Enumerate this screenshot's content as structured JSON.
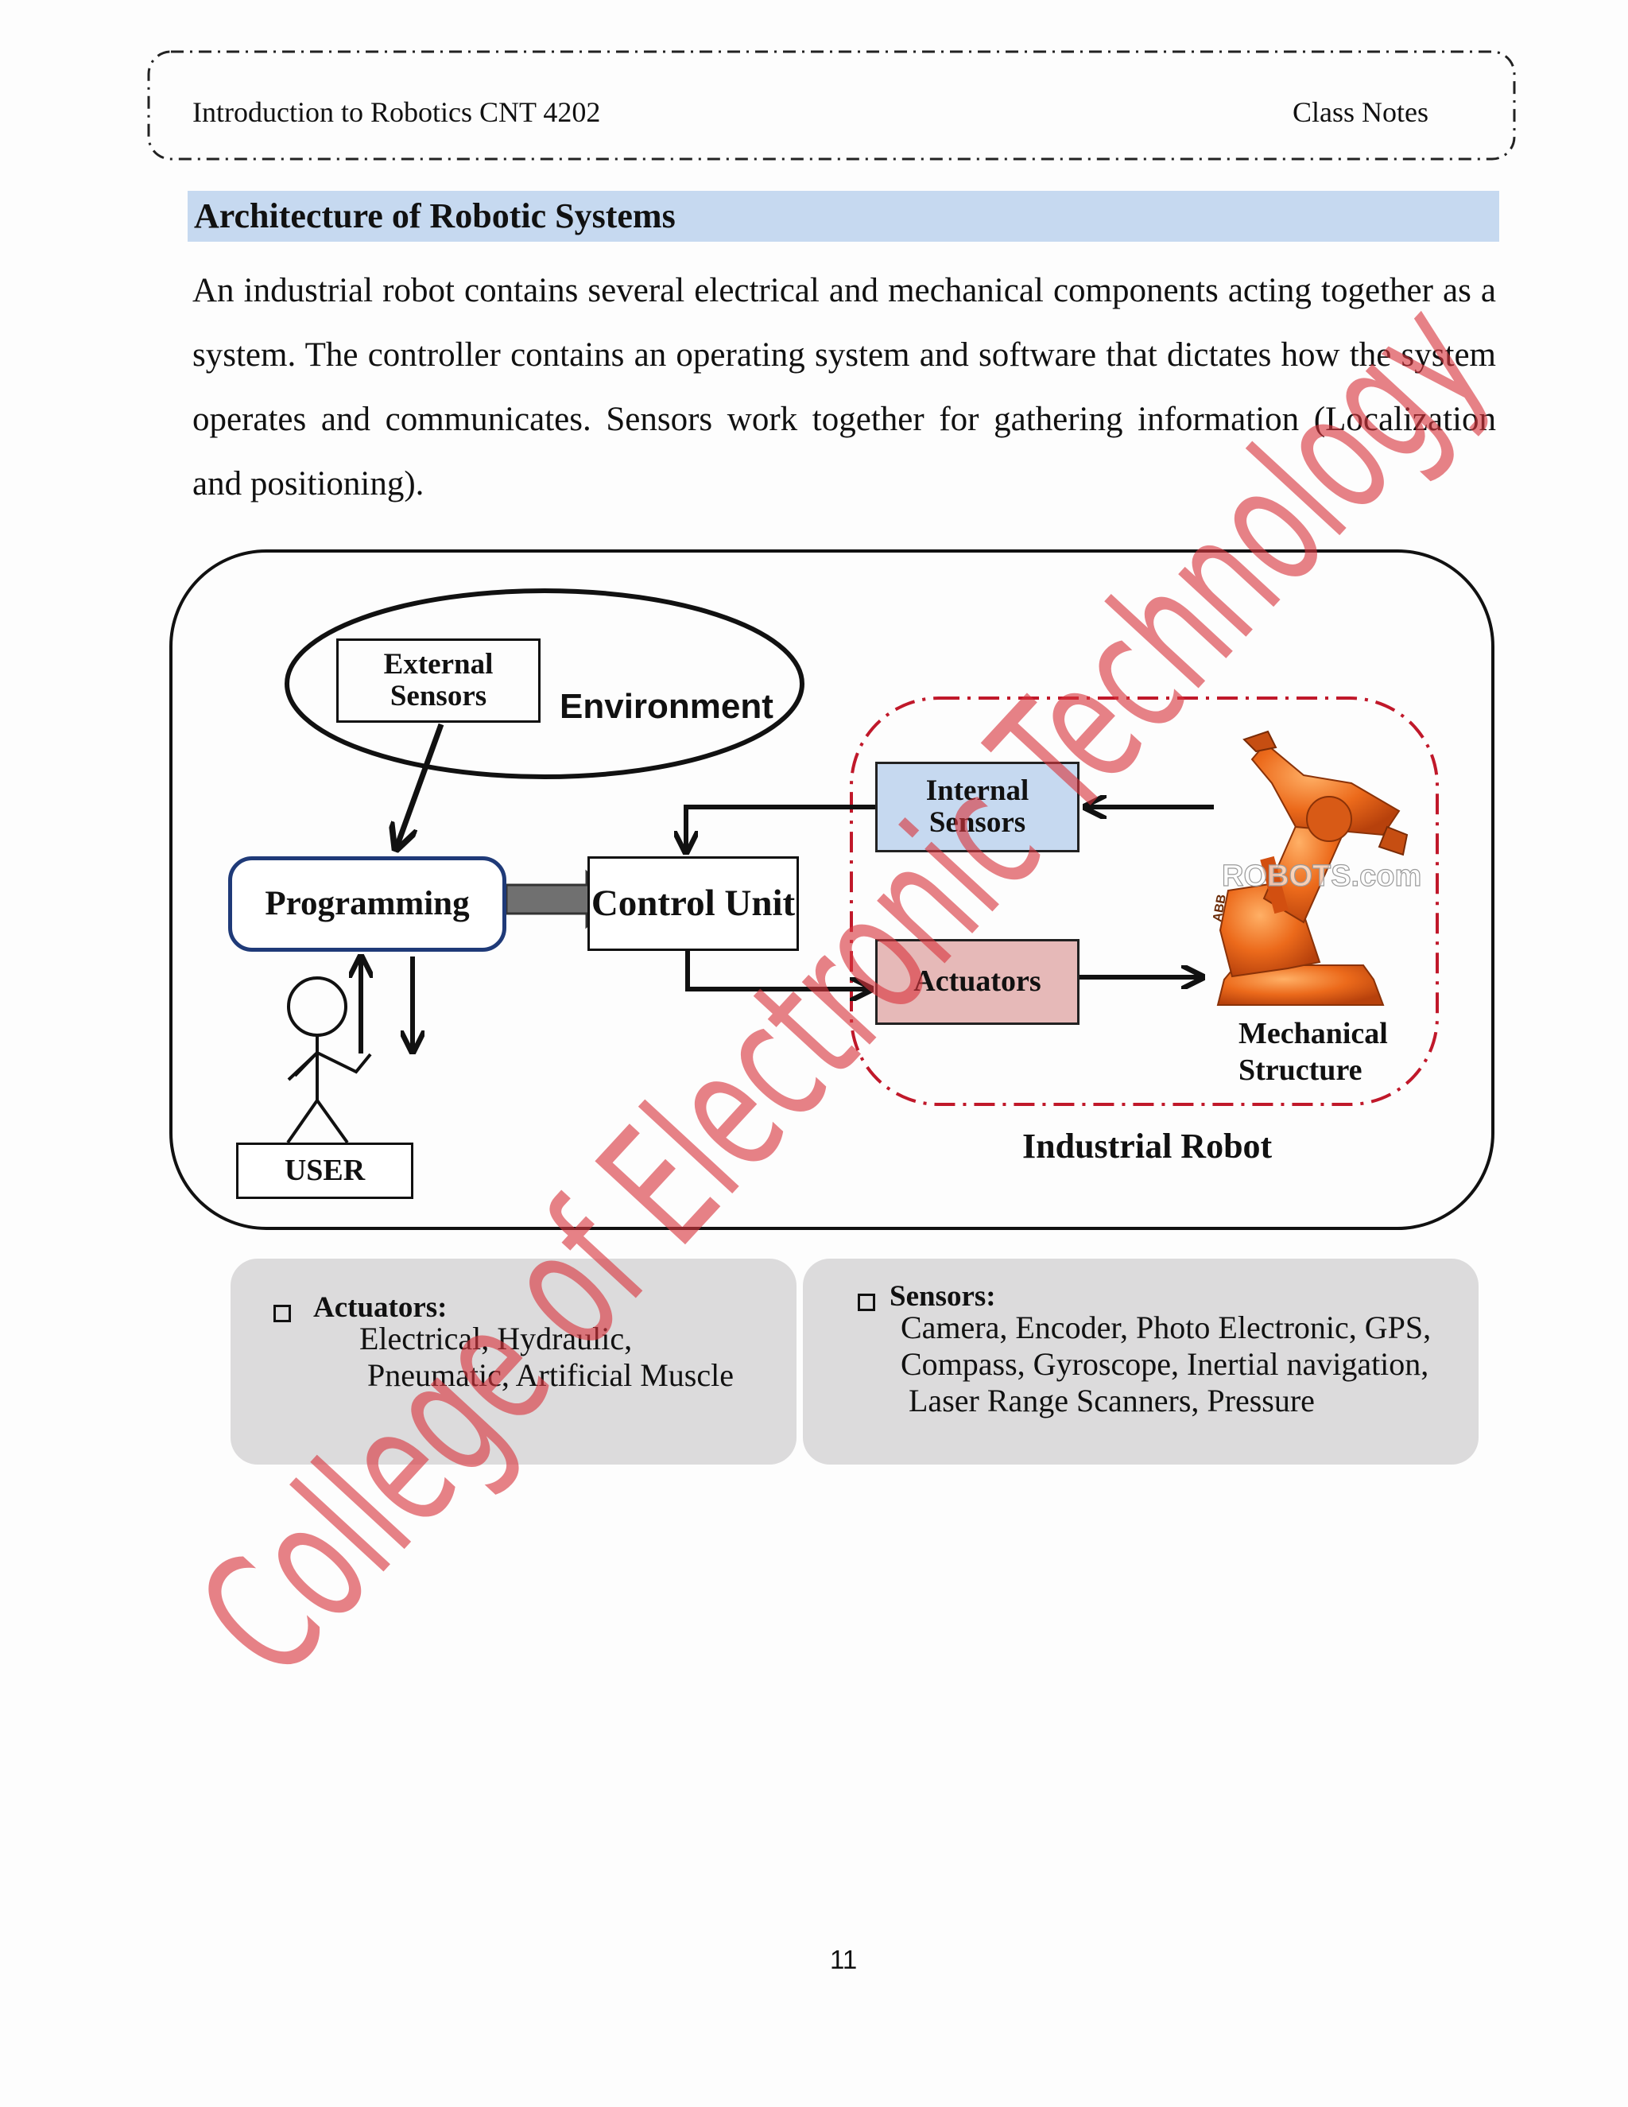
{
  "header": {
    "left": "Introduction to Robotics CNT 4202",
    "right": "Class Notes"
  },
  "section": {
    "heading": "Architecture of Robotic Systems",
    "paragraph": "An industrial robot contains several electrical and mechanical components acting together as a system. The controller contains an operating system and software that dictates how the system operates and communicates. Sensors work together for gathering information (Localization and positioning)."
  },
  "diagram": {
    "external_sensors": "External Sensors",
    "environment": "Environment",
    "programming": "Programming",
    "control_unit": "Control Unit",
    "internal_sensors": "Internal Sensors",
    "actuators": "Actuators",
    "mechanical_structure": "Mechanical Structure",
    "industrial_robot": "Industrial Robot",
    "user": "USER",
    "robot_image_watermark": "ROBOTS.com",
    "robot_brand": "ABB"
  },
  "cards": {
    "actuators": {
      "title": "Actuators:",
      "body": "Electrical, Hydraulic,\n Pneumatic, Artificial Muscle"
    },
    "sensors": {
      "title": "Sensors:",
      "body": "Camera, Encoder, Photo Electronic, GPS,\nCompass, Gyroscope, Inertial navigation,\n Laser Range Scanners, Pressure"
    }
  },
  "watermark_text": "College of Electronic Technology",
  "page_number": "11",
  "colors": {
    "heading_bg": "#c6d9f0",
    "internal_sensors_bg": "#c6d9f0",
    "actuators_bg": "#e6b9b8",
    "robot_boundary": "#c0182a",
    "programming_border": "#1f3a78",
    "card_bg": "#dcdbdc",
    "watermark": "#d9363e",
    "robot_orange": "#ec6a1b"
  }
}
